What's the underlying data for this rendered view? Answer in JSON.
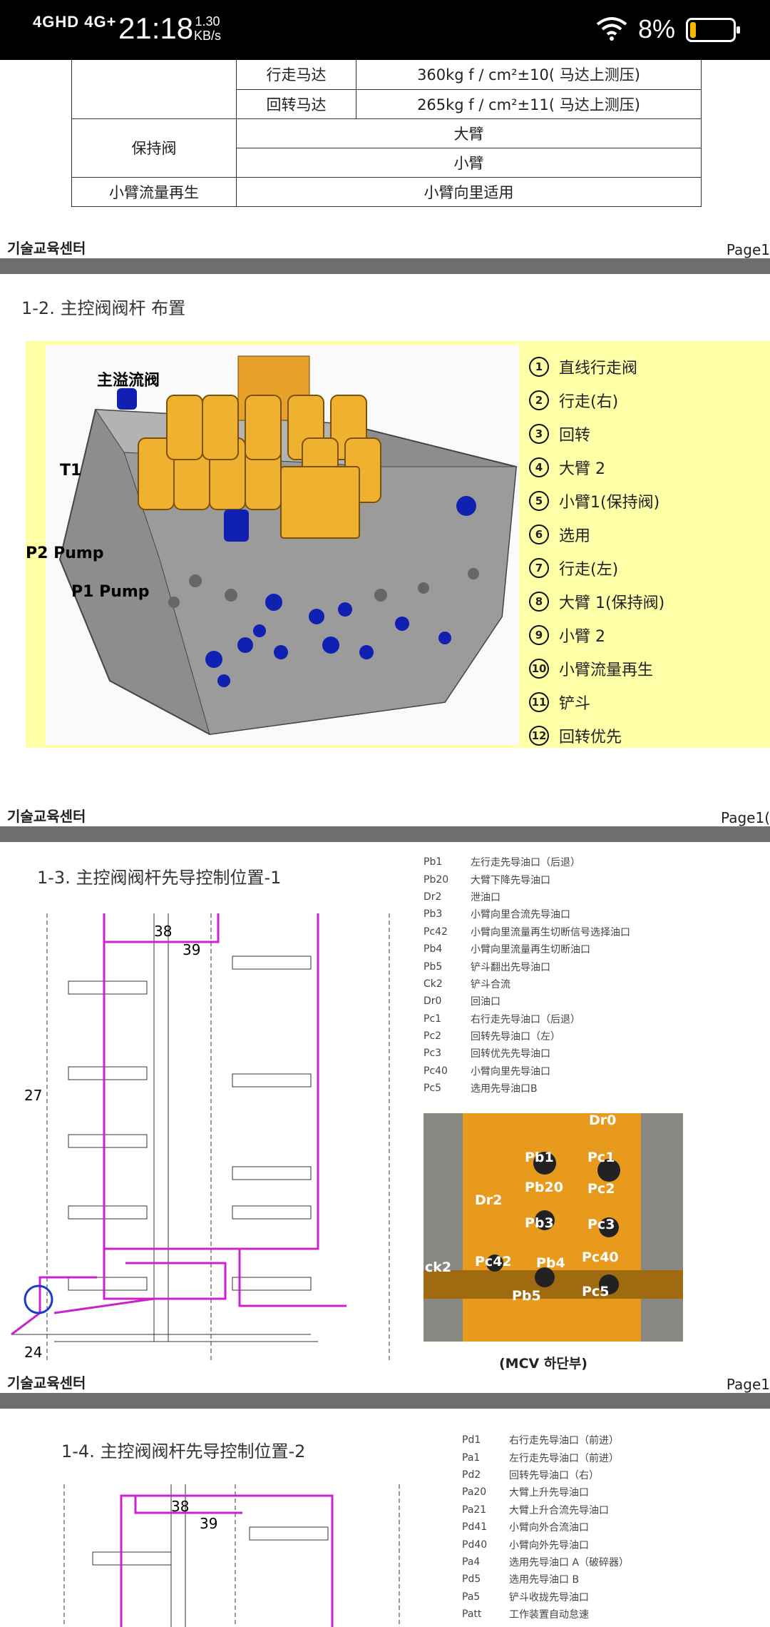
{
  "status": {
    "network": "4GHD 4G+",
    "time": "21:18",
    "speed_value": "1.30",
    "speed_unit": "KB/s",
    "battery": "8%"
  },
  "spec_table": {
    "rows": [
      {
        "label": "",
        "sub": "行走马达",
        "value": "360kg f / cm²±10( 马达上测压)"
      },
      {
        "label": "",
        "sub": "回转马达",
        "value": "265kg f / cm²±11( 马达上测压)"
      },
      {
        "label": "保持阀",
        "value": "大臂"
      },
      {
        "label": "",
        "value": "小臂"
      },
      {
        "label": "小臂流量再生",
        "value": "小臂向里适用"
      }
    ]
  },
  "footers": [
    {
      "left": "기술교육센터",
      "right": "Page1"
    },
    {
      "left": "기술교육센터",
      "right": "Page1("
    },
    {
      "left": "기술교육센터",
      "right": "Page1"
    }
  ],
  "section2": {
    "title": "1-2. 主控阀阀杆 布置",
    "image_labels": {
      "relief": "主溢流阀",
      "t1": "T1",
      "p2": "P2 Pump",
      "p1": "P1 Pump"
    },
    "legend": [
      {
        "num": "1",
        "text": "直线行走阀"
      },
      {
        "num": "2",
        "text": "行走(右)"
      },
      {
        "num": "3",
        "text": "回转"
      },
      {
        "num": "4",
        "text": "大臂 2"
      },
      {
        "num": "5",
        "text": "小臂1(保持阀)"
      },
      {
        "num": "6",
        "text": "选用"
      },
      {
        "num": "7",
        "text": "行走(左)"
      },
      {
        "num": "8",
        "text": "大臂 1(保持阀)"
      },
      {
        "num": "9",
        "text": "小臂 2"
      },
      {
        "num": "10",
        "text": "小臂流量再生"
      },
      {
        "num": "11",
        "text": "铲斗"
      },
      {
        "num": "12",
        "text": "回转优先"
      }
    ]
  },
  "section3": {
    "title": "1-3. 主控阀阀杆先导控制位置-1",
    "pilots": [
      {
        "k": "Pb1",
        "v": "左行走先导油口（后退）"
      },
      {
        "k": "Pb20",
        "v": "大臂下降先导油口"
      },
      {
        "k": "Dr2",
        "v": "泄油口"
      },
      {
        "k": "Pb3",
        "v": "小臂向里合流先导油口"
      },
      {
        "k": "Pc42",
        "v": "小臂向里流量再生切断信号选择油口"
      },
      {
        "k": "Pb4",
        "v": "小臂向里流量再生切断油口"
      },
      {
        "k": "Pb5",
        "v": "铲斗翻出先导油口"
      },
      {
        "k": "Ck2",
        "v": "铲斗合流"
      },
      {
        "k": "Dr0",
        "v": "回油口"
      },
      {
        "k": "Pc1",
        "v": "右行走先导油口（后退）"
      },
      {
        "k": "Pc2",
        "v": "回转先导油口（左）"
      },
      {
        "k": "Pc3",
        "v": "回转优先先导油口"
      },
      {
        "k": "Pc40",
        "v": "小臂向里先导油口"
      },
      {
        "k": "Pc5",
        "v": "选用先导油口B"
      }
    ],
    "photo_labels": [
      "Dr0",
      "Pb1",
      "Pc1",
      "Pb20",
      "Dr2",
      "Pc2",
      "Pb3",
      "Pc3",
      "Pc40",
      "Pc42",
      "Pb4",
      "ck2",
      "Pb5",
      "Pc5"
    ],
    "caption": "(MCV 하단부)",
    "diagram_labels": {
      "n38": "38",
      "n39": "39",
      "n27": "27",
      "n24": "24"
    }
  },
  "section4": {
    "title": "1-4. 主控阀阀杆先导控制位置-2",
    "pilots": [
      {
        "k": "Pd1",
        "v": "右行走先导油口（前进）"
      },
      {
        "k": "Pa1",
        "v": "左行走先导油口（前进）"
      },
      {
        "k": "Pd2",
        "v": "回转先导油口（右）"
      },
      {
        "k": "Pa20",
        "v": "大臂上升先导油口"
      },
      {
        "k": "Pa21",
        "v": "大臂上升合流先导油口"
      },
      {
        "k": "Pd41",
        "v": "小臂向外合流油口"
      },
      {
        "k": "Pd40",
        "v": "小臂向外先导油口"
      },
      {
        "k": "Pa4",
        "v": "选用先导油口 A（破碎器）"
      },
      {
        "k": "Pd5",
        "v": "选用先导油口 B"
      },
      {
        "k": "Pa5",
        "v": "铲斗收拢先导油口"
      },
      {
        "k": "Patt",
        "v": "工作装置自动怠速"
      }
    ],
    "diagram_labels": {
      "n38": "38",
      "n39": "39"
    }
  }
}
